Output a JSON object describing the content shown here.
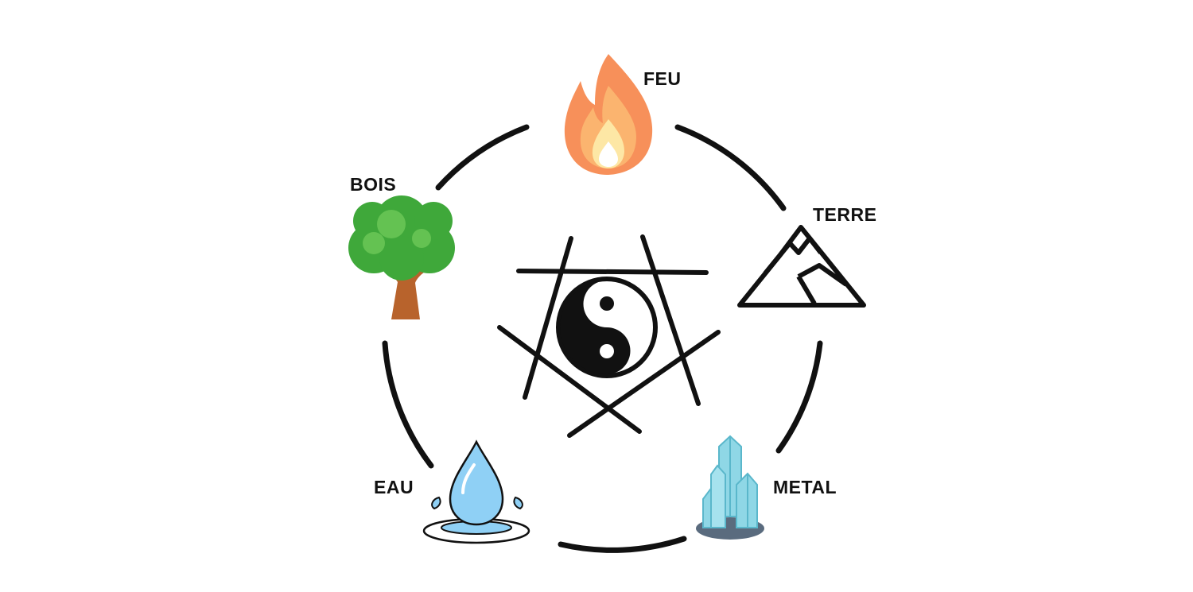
{
  "labels": {
    "fire": "FEU",
    "earth": "TERRE",
    "wood": "BOIS",
    "metal": "METAL",
    "water": "EAU"
  },
  "icons": {
    "fire": "flame-icon",
    "earth": "mountain-icon",
    "wood": "tree-icon",
    "metal": "crystal-icon",
    "water": "water-drop-icon",
    "center": "yin-yang-icon"
  },
  "colors": {
    "ink": "#111111",
    "fire_outer": "#f7905a",
    "fire_mid": "#fbb46f",
    "fire_inner": "#fde7a5",
    "tree_leaf": "#3fa83a",
    "tree_leaf_light": "#64c252",
    "tree_trunk": "#b8632c",
    "water": "#8fd0f5",
    "water_dark": "#5fb3e6",
    "crystal": "#8fd7e6",
    "crystal_dark": "#5ab7cb",
    "crystal_base": "#5a6b7e"
  }
}
